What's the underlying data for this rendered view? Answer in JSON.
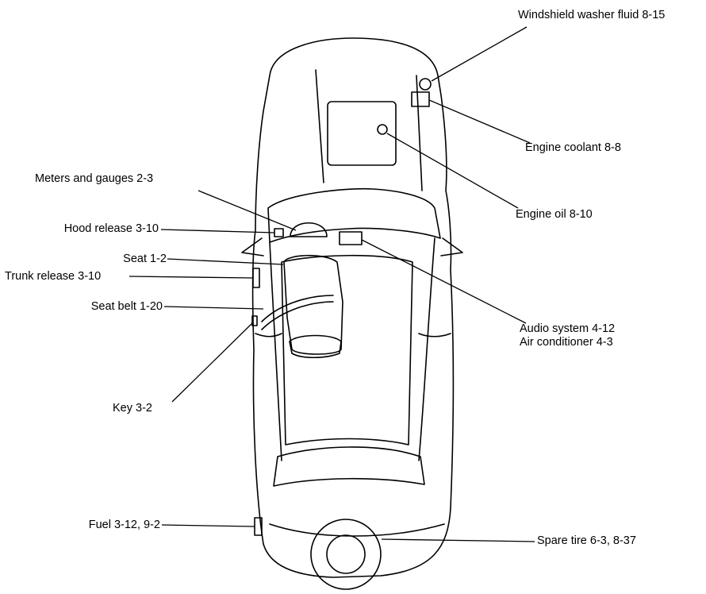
{
  "labels": {
    "washer_fluid": "Windshield washer fluid 8-15",
    "engine_coolant": "Engine coolant 8-8",
    "engine_oil": "Engine oil 8-10",
    "meters_gauges": "Meters and gauges 2-3",
    "hood_release": "Hood release 3-10",
    "seat": "Seat 1-2",
    "trunk_release": "Trunk release 3-10",
    "seat_belt": "Seat belt 1-20",
    "audio_system": "Audio system 4-12",
    "air_conditioner": "Air conditioner 4-3",
    "key": "Key 3-2",
    "fuel": "Fuel 3-12, 9-2",
    "spare_tire": "Spare tire 6-3, 8-37"
  }
}
